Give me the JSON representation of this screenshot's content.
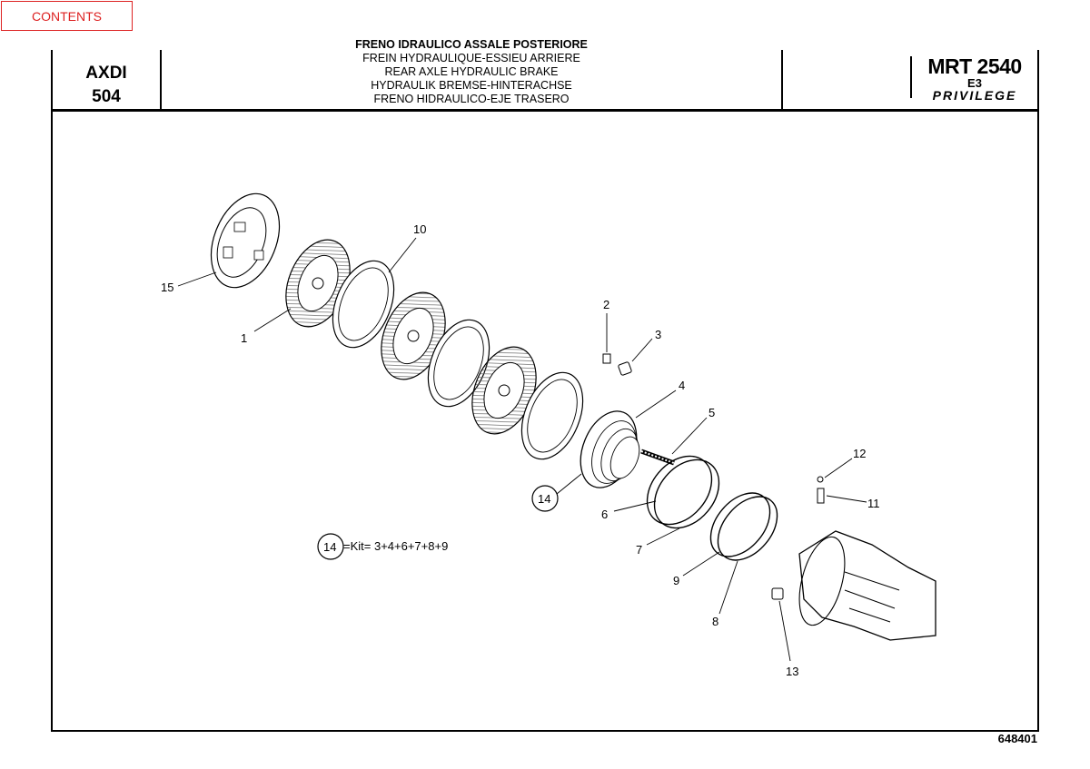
{
  "nav": {
    "contents_label": "CONTENTS"
  },
  "header": {
    "code_line1": "AXDI",
    "code_line2": "504",
    "titles": [
      "FRENO IDRAULICO ASSALE POSTERIORE",
      "FREIN HYDRAULIQUE-ESSIEU ARRIERE",
      "REAR AXLE HYDRAULIC BRAKE",
      "HYDRAULIK BREMSE-HINTERACHSE",
      "FRENO HIDRAULICO-EJE TRASERO"
    ],
    "model": "MRT 2540",
    "model_sub": "E3",
    "brand": "PRIVILEGE"
  },
  "diagram": {
    "labels": {
      "p1": "1",
      "p2": "2",
      "p3": "3",
      "p4": "4",
      "p5": "5",
      "p6": "6",
      "p7": "7",
      "p8": "8",
      "p9": "9",
      "p10": "10",
      "p11": "11",
      "p12": "12",
      "p13": "13",
      "p14": "14",
      "p15": "15"
    },
    "kit_badge": "14",
    "kit_text": "=Kit= 3+4+6+7+8+9"
  },
  "footer": {
    "ref": "648401"
  }
}
